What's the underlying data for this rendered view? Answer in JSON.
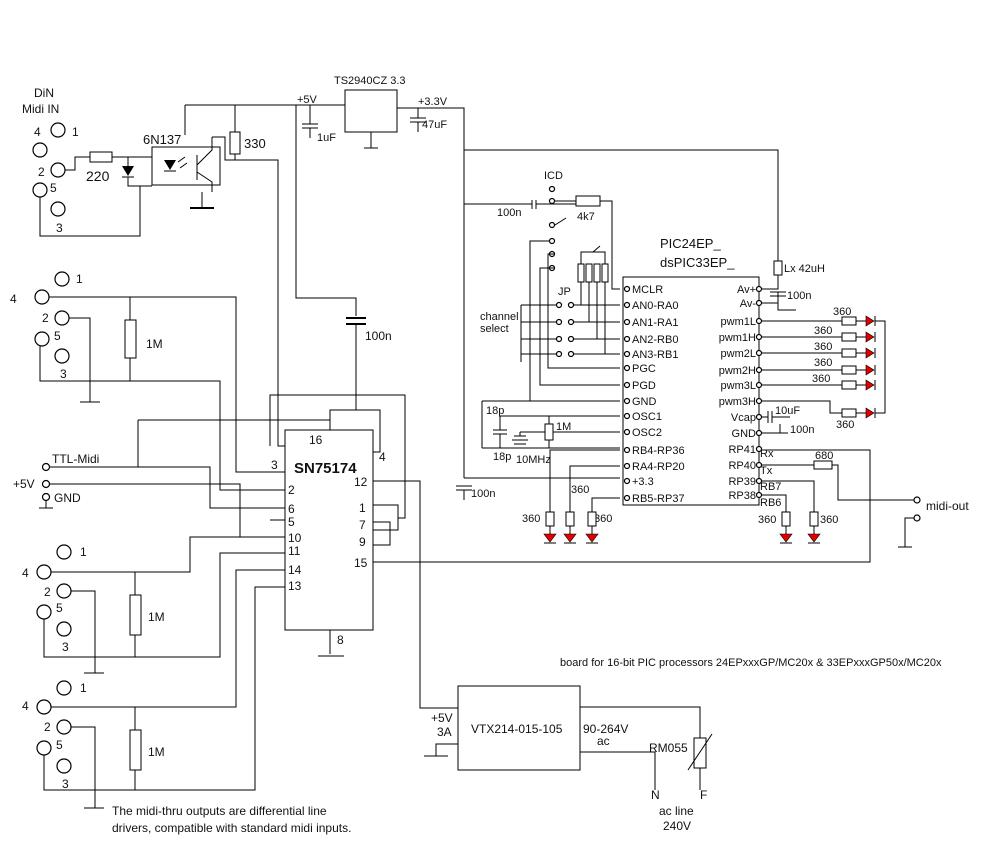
{
  "midi_in": {
    "title_1": "DiN",
    "title_2": "Midi IN",
    "pin4": "4",
    "pin1": "1",
    "pin2": "2",
    "pin5": "5",
    "pin3": "3"
  },
  "input_resistor": "220",
  "optocoupler": "6N137",
  "pullup_resistor": "330",
  "regulator": {
    "name": "TS2940CZ 3.3",
    "in_rail": "+5V",
    "out_rail": "+3.3V",
    "cap_in": "1uF",
    "cap_out": "47uF"
  },
  "thru_connector_pins": {
    "p1": "1",
    "p4": "4",
    "p2": "2",
    "p5": "5",
    "p3": "3"
  },
  "thru_resistor": "1M",
  "decoupling_cap": "100n",
  "ttl": {
    "midi": "TTL-Midi",
    "vcc": "+5V",
    "gnd": "GND"
  },
  "driver": {
    "name": "SN75174",
    "pins_top": {
      "p16": "16",
      "p3": "3",
      "p4": "4"
    },
    "pins_left": [
      "2",
      "6",
      "5",
      "10",
      "11",
      "14",
      "13"
    ],
    "pins_right": [
      "12",
      "1",
      "7",
      "9",
      "15"
    ],
    "pin_bottom": "8"
  },
  "icd": {
    "label": "ICD",
    "cap": "100n",
    "resistor": "4k7"
  },
  "mcu": {
    "name_1": "PIC24EP_",
    "name_2": "dsPIC33EP_",
    "left_pins": [
      "MCLR",
      "AN0-RA0",
      "AN1-RA1",
      "AN2-RB0",
      "AN3-RB1",
      "PGC",
      "PGD",
      "GND",
      "OSC1",
      "OSC2",
      "RB4-RP36",
      "RA4-RP20",
      "+3.3",
      "RB5-RP37"
    ],
    "right_pins": [
      "Av+",
      "Av-",
      "pwm1L",
      "pwm1H",
      "pwm2L",
      "pwm2H",
      "pwm3L",
      "pwm3H",
      "Vcap",
      "GND",
      "RP41",
      "RP40",
      "RP39",
      "RP38"
    ],
    "right_tags": {
      "rx": "Rx",
      "tx": "Tx",
      "rb7": "RB7",
      "rb6": "RB6"
    }
  },
  "jp_label": "JP",
  "channel_select": {
    "line1": "channel",
    "line2": "select"
  },
  "inductor": "Lx 42uH",
  "av_cap": "100n",
  "pwm_resistors": [
    "360",
    "360",
    "360",
    "360",
    "360",
    "360"
  ],
  "vcap": {
    "cap": "10uF",
    "gnd_cap": "100n"
  },
  "crystal": {
    "cap_a": "18p",
    "cap_b": "18p",
    "freq": "10MHz",
    "resistor": "1M"
  },
  "supply_cap": "100n",
  "led_resistors_left": {
    "a": "360",
    "b": "360",
    "c": "360"
  },
  "tx_resistor": "680",
  "led_resistors_right": {
    "a": "360",
    "b": "360"
  },
  "midi_out": "midi-out",
  "board_note": "board for 16-bit PIC processors 24EPxxxGP/MC20x & 33EPxxxGP50x/MC20x",
  "psu": {
    "name": "VTX214-015-105",
    "out_v": "+5V",
    "out_i": "3A",
    "in_range": "90-264V",
    "in_type": "ac",
    "fuse": "RM055",
    "n": "N",
    "f": "F",
    "line_1": "ac line",
    "line_2": "240V"
  },
  "thru_note": {
    "line1": "The midi-thru outputs are differential line",
    "line2": "drivers, compatible with standard midi inputs."
  }
}
